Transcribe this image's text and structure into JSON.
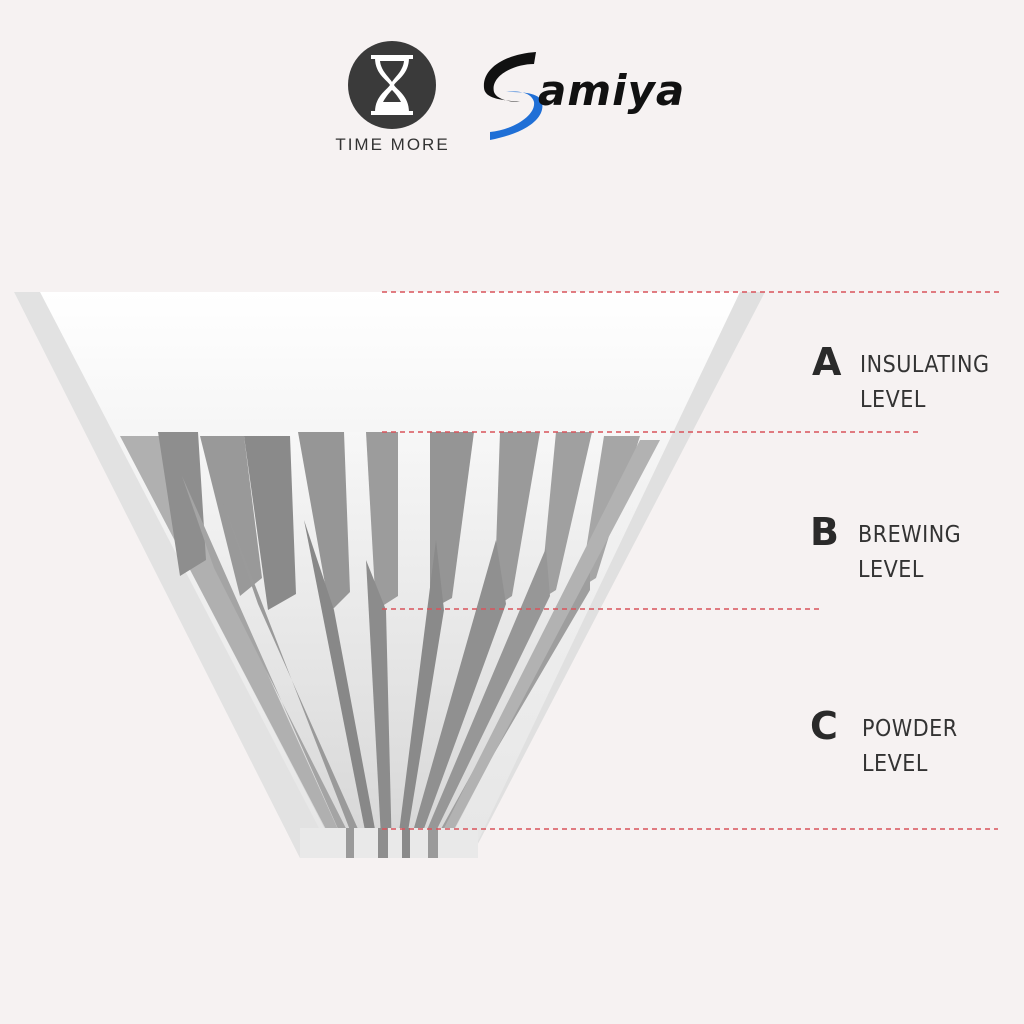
{
  "brands": {
    "timemore": {
      "name": "TIME MORE",
      "mark_color": "#3a3a3a"
    },
    "samiya": {
      "name": "amiya",
      "mark_colors": [
        "#111111",
        "#1f6fd6"
      ]
    }
  },
  "levels": [
    {
      "letter": "A",
      "label_line1": "INSULATING",
      "label_line2": "LEVEL"
    },
    {
      "letter": "B",
      "label_line1": "BREWING",
      "label_line2": "LEVEL"
    },
    {
      "letter": "C",
      "label_line1": "POWDER",
      "label_line2": "LEVEL"
    }
  ],
  "colors": {
    "background": "#f6f2f2",
    "guide_line": "#d9535a",
    "dripper": "#ffffff",
    "rib": "#9a9a9a"
  }
}
